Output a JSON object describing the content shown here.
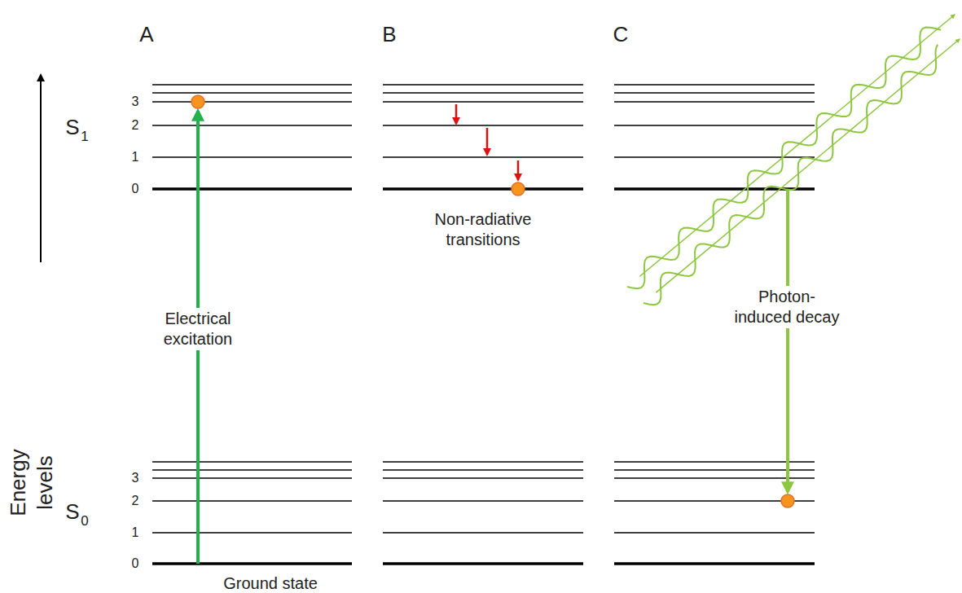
{
  "diagram": {
    "labels": [
      "A",
      "B",
      "C",
      "3",
      "2",
      "1",
      "0",
      "S",
      "1",
      "3",
      "2",
      "1",
      "0",
      "S",
      "0",
      "Energy levels",
      "Electrical excitation",
      "Non-radiative transitions",
      "Photon-induced decay",
      "Ground state"
    ]
  }
}
